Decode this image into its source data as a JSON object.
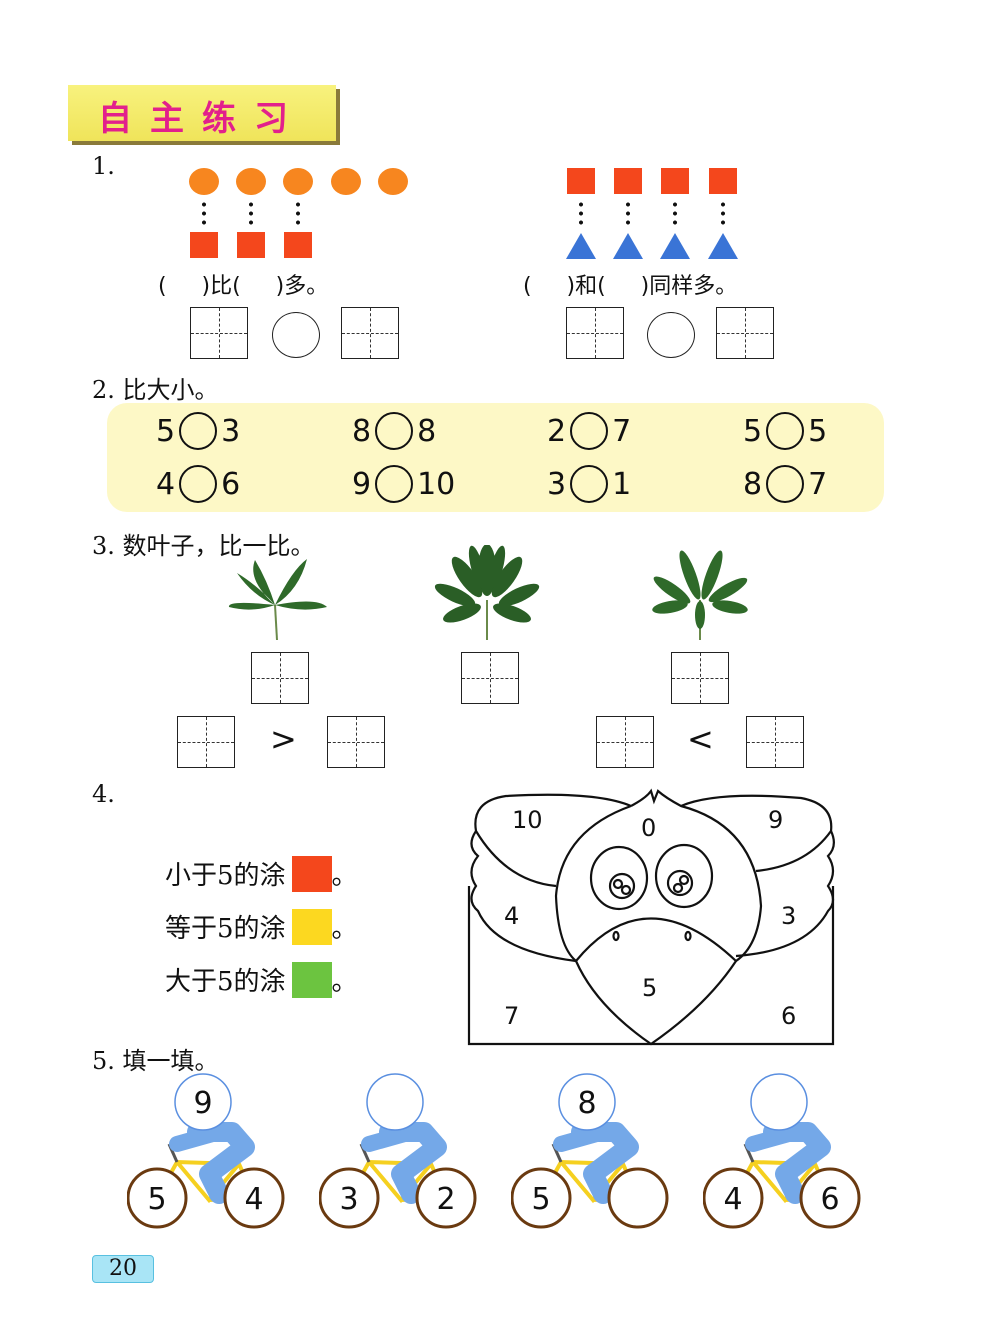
{
  "header": {
    "title": "自主练习"
  },
  "q1": {
    "number": "1.",
    "left_sentence": "(     )比(     )多。",
    "right_sentence": "(     )和(     )同样多。",
    "left_top_circles": 5,
    "left_bottom_squares": 3,
    "right_top_squares": 4,
    "right_bottom_triangles": 4
  },
  "q2": {
    "title": "2. 比大小。",
    "pairs": [
      [
        "5",
        "3"
      ],
      [
        "8",
        "8"
      ],
      [
        "2",
        "7"
      ],
      [
        "5",
        "5"
      ],
      [
        "4",
        "6"
      ],
      [
        "9",
        "10"
      ],
      [
        "3",
        "1"
      ],
      [
        "8",
        "7"
      ]
    ]
  },
  "q3": {
    "title": "3. 数叶子，比一比。",
    "greater": ">",
    "less": "<"
  },
  "q4": {
    "number": "4.",
    "rules": [
      {
        "text": "小于5的涂",
        "color": "#f4471c"
      },
      {
        "text": "等于5的涂",
        "color": "#fcd820"
      },
      {
        "text": "大于5的涂",
        "color": "#6cc440"
      }
    ],
    "period": "。",
    "regions": {
      "left_wing_top": "10",
      "head": "0",
      "right_wing_top": "9",
      "left_wing": "4",
      "right_wing": "3",
      "beak": "5",
      "bottom_left": "7",
      "bottom_right": "6"
    }
  },
  "q5": {
    "title": "5. 填一填。",
    "bikes": [
      {
        "head": "9",
        "left": "5",
        "right": "4"
      },
      {
        "head": "",
        "left": "3",
        "right": "2"
      },
      {
        "head": "8",
        "left": "5",
        "right": ""
      },
      {
        "head": "",
        "left": "4",
        "right": "6"
      }
    ]
  },
  "footer": {
    "page_number": "20"
  }
}
